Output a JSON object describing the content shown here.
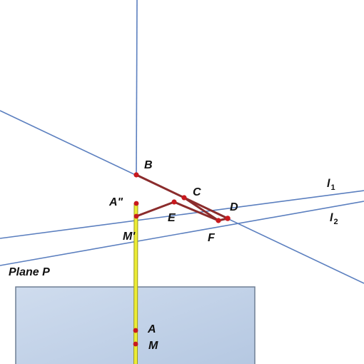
{
  "diagram": {
    "labels": {
      "B": "B",
      "C": "C",
      "D": "D",
      "E": "E",
      "F": "F",
      "A2": "A\"",
      "M2": "M'",
      "A": "A",
      "M": "M",
      "plane": "Plane P",
      "l1_main": "l",
      "l1_sub": "1",
      "l2_main": "l",
      "l2_sub": "2"
    },
    "colors": {
      "construction_line": "#5b7fbf",
      "segment": "#8b2c2c",
      "point": "#c8191e",
      "rod": "#e8e830",
      "rod_edge": "#9a9a20",
      "plane_fill_top": "#c7d6ea",
      "plane_fill_bottom": "#b3c6e0",
      "plane_edge": "#666666"
    }
  }
}
